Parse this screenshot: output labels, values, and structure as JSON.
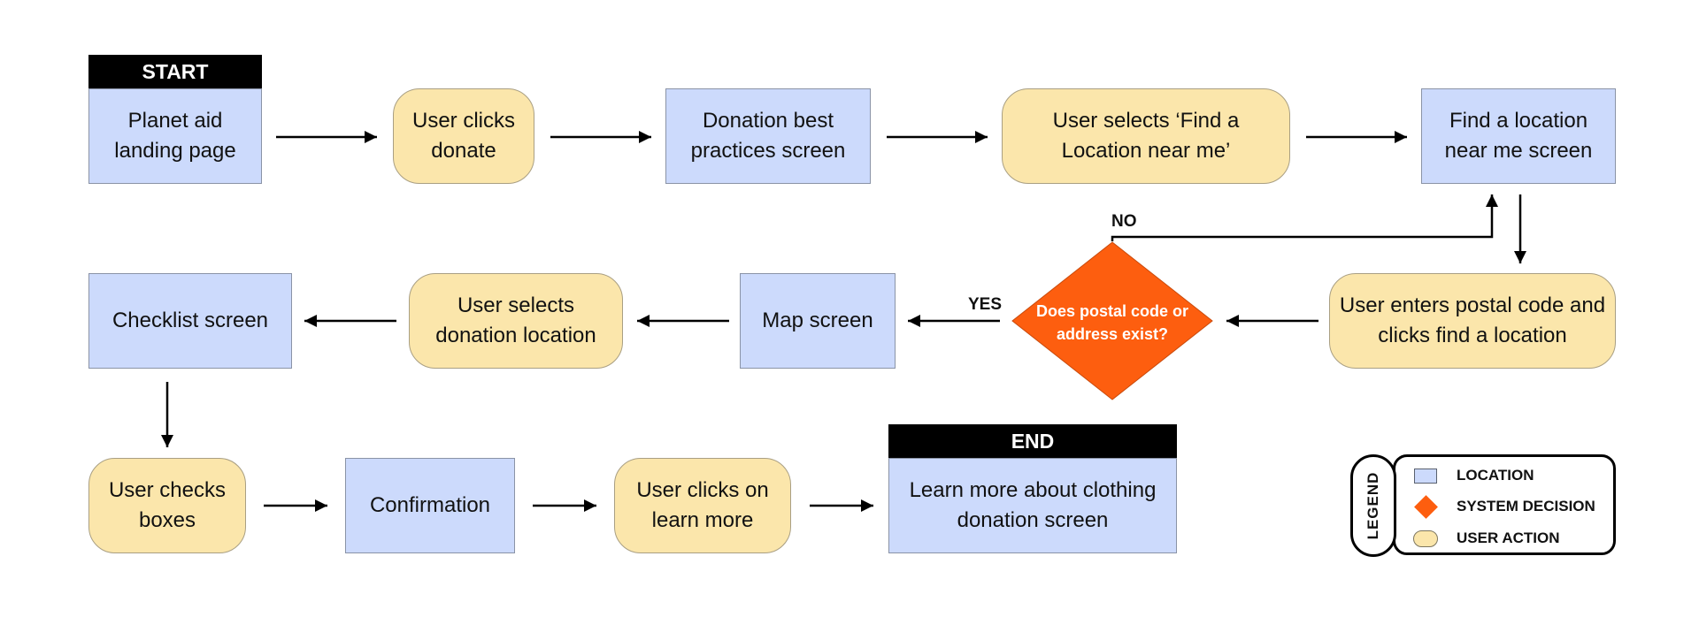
{
  "colors": {
    "location": "#ccdafc",
    "user_action": "#fbe6ab",
    "decision": "#fd5e0f",
    "header": "#000000"
  },
  "headers": {
    "start": "START",
    "end": "END"
  },
  "nodes": {
    "landing": "Planet aid landing page",
    "clicks_donate": "User clicks donate",
    "best_practices": "Donation best practices screen",
    "selects_find": "User selects ‘Find a Location near me’",
    "find_location_screen": "Find a location near me screen",
    "enters_postal": "User enters postal code and clicks find a location",
    "decision": "Does postal code or address exist?",
    "map_screen": "Map screen",
    "selects_location": "User selects donation location",
    "checklist": "Checklist screen",
    "checks_boxes": "User checks boxes",
    "confirmation": "Confirmation",
    "clicks_learn_more": "User clicks on learn more",
    "learn_more_screen": "Learn more about clothing donation screen"
  },
  "branches": {
    "yes": "YES",
    "no": "NO"
  },
  "legend": {
    "title": "LEGEND",
    "items": [
      {
        "label": "LOCATION",
        "icon": "location-swatch-icon"
      },
      {
        "label": "SYSTEM DECISION",
        "icon": "decision-swatch-icon"
      },
      {
        "label": "USER ACTION",
        "icon": "user-action-swatch-icon"
      }
    ]
  }
}
